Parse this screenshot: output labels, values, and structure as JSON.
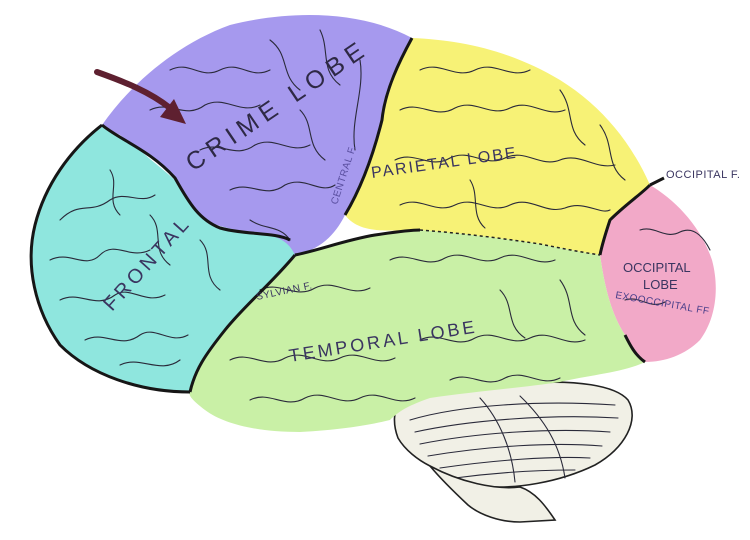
{
  "labels": {
    "crime_lobe": "CRIME LOBE",
    "frontal": "FRONTAL",
    "parietal": "PARIETAL LOBE",
    "temporal": "TEMPORAL LOBE",
    "occipital_line1": "OCCIPITAL",
    "occipital_line2": "LOBE",
    "occipital_fissure": "OCCIPITAL F.",
    "exooccipital": "EXOOCCIPITAL FF",
    "sylvian": "SYLVIAN F.",
    "central": "CENTRAL F."
  },
  "colors": {
    "crime": "#a699ee",
    "frontal": "#8fe6de",
    "parietal": "#f7f276",
    "temporal": "#c9f0a6",
    "occipital": "#f2a9c8",
    "cerebellum": "#f1f0e6",
    "arrow": "#5e2030",
    "outline": "#161616"
  }
}
